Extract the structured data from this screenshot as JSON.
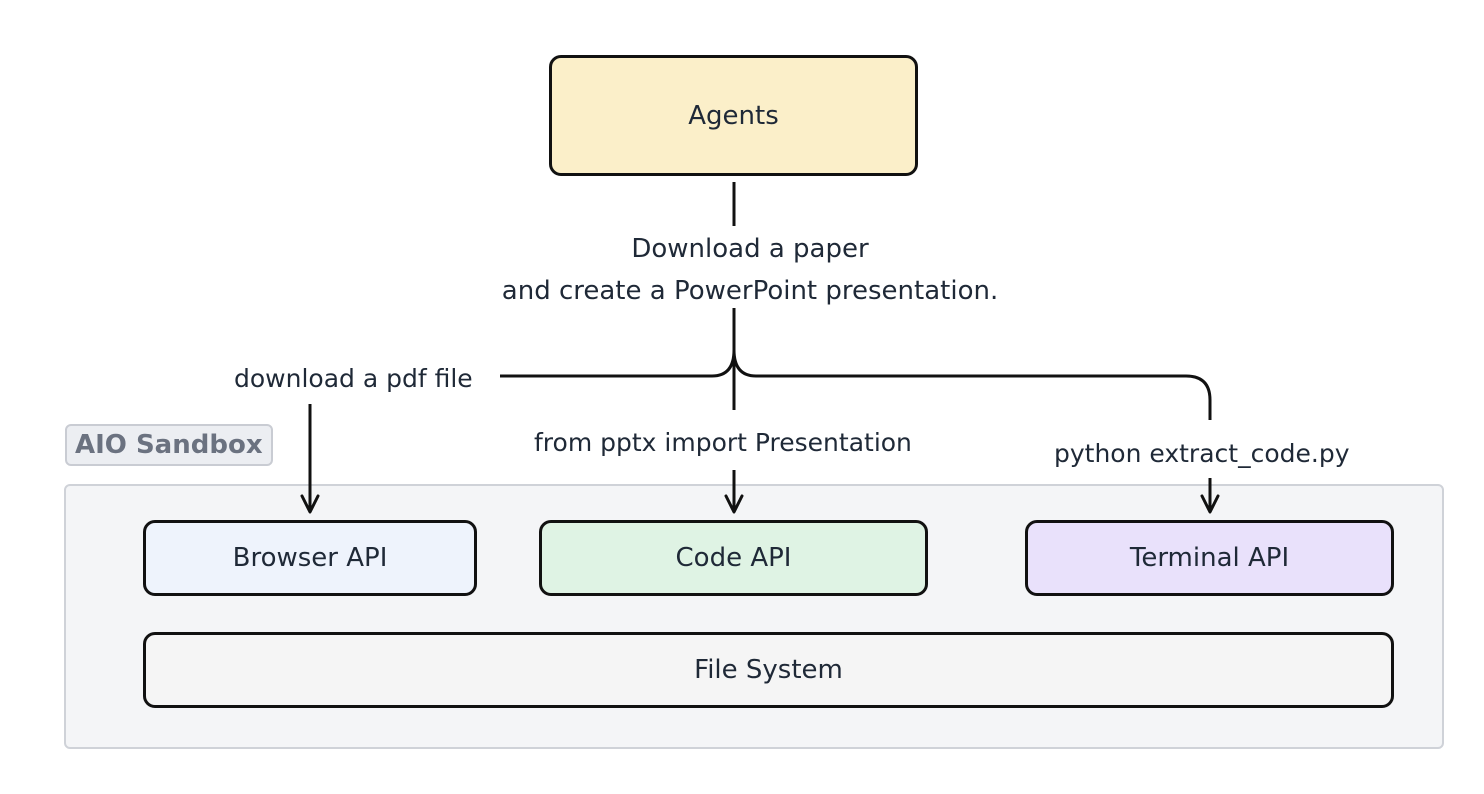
{
  "agents": {
    "label": "Agents",
    "fill": "#fbefc9"
  },
  "task": {
    "line1": "Download a paper",
    "line2": "and create a PowerPoint presentation."
  },
  "edges": {
    "browser": "download a pdf file",
    "code": "from pptx import Presentation",
    "terminal": "python extract_code.py"
  },
  "sandbox": {
    "label": "AIO Sandbox",
    "fill": "#f4f5f7"
  },
  "apis": {
    "browser": {
      "label": "Browser API",
      "fill": "#eef3fc"
    },
    "code": {
      "label": "Code API",
      "fill": "#dff3e4"
    },
    "terminal": {
      "label": "Terminal API",
      "fill": "#e9e1fb"
    }
  },
  "file_system": {
    "label": "File System",
    "fill": "#f5f5f5"
  }
}
